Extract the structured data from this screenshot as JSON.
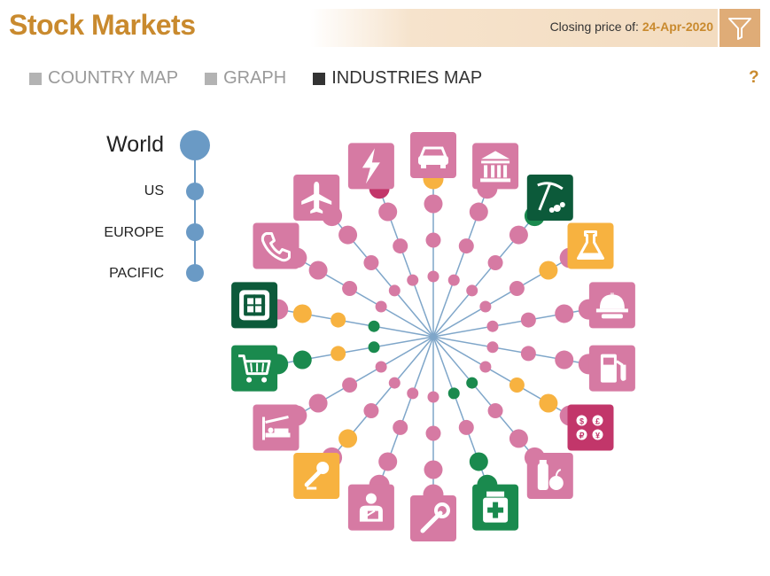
{
  "header": {
    "title": "Stock Markets",
    "closing_label": "Closing price of:",
    "closing_date": "24-Apr-2020",
    "filter_icon": "filter-icon"
  },
  "tabs": [
    {
      "label": "COUNTRY MAP",
      "active": false
    },
    {
      "label": "GRAPH",
      "active": false
    },
    {
      "label": "INDUSTRIES MAP",
      "active": true
    }
  ],
  "help_label": "?",
  "legend": {
    "levels": [
      "World",
      "US",
      "EUROPE",
      "PACIFIC"
    ]
  },
  "colors": {
    "accent": "#c98a2e",
    "pink": "#d67aa3",
    "magenta": "#c2366a",
    "green": "#1a8a4e",
    "dark_green": "#0c5a3a",
    "orange": "#f7b240",
    "blue": "#6a9ac5",
    "line": "#7fa6c9"
  },
  "industries": [
    {
      "icon": "car-icon",
      "color": "pink",
      "dots": [
        "pink",
        "pink",
        "pink",
        "orange"
      ]
    },
    {
      "icon": "bank-icon",
      "color": "pink",
      "dots": [
        "pink",
        "pink",
        "pink",
        "pink"
      ]
    },
    {
      "icon": "mining-icon",
      "color": "dark_green",
      "dots": [
        "pink",
        "pink",
        "pink",
        "green"
      ]
    },
    {
      "icon": "flask-icon",
      "color": "orange",
      "dots": [
        "pink",
        "pink",
        "orange",
        "pink"
      ]
    },
    {
      "icon": "hardhat-icon",
      "color": "pink",
      "dots": [
        "pink",
        "pink",
        "pink",
        "pink"
      ]
    },
    {
      "icon": "fuel-pump-icon",
      "color": "pink",
      "dots": [
        "pink",
        "pink",
        "pink",
        "pink"
      ]
    },
    {
      "icon": "currency-icon",
      "color": "magenta",
      "dots": [
        "pink",
        "orange",
        "orange",
        "pink"
      ]
    },
    {
      "icon": "food-icon",
      "color": "pink",
      "dots": [
        "green",
        "pink",
        "pink",
        "pink"
      ]
    },
    {
      "icon": "medicine-icon",
      "color": "green",
      "dots": [
        "green",
        "pink",
        "green",
        "green"
      ]
    },
    {
      "icon": "wrench-icon",
      "color": "pink",
      "dots": [
        "pink",
        "pink",
        "pink",
        "pink"
      ]
    },
    {
      "icon": "doctor-icon",
      "color": "pink",
      "dots": [
        "pink",
        "pink",
        "pink",
        "pink"
      ]
    },
    {
      "icon": "microphone-icon",
      "color": "orange",
      "dots": [
        "pink",
        "pink",
        "orange",
        "pink"
      ]
    },
    {
      "icon": "hospital-bed-icon",
      "color": "pink",
      "dots": [
        "pink",
        "pink",
        "pink",
        "pink"
      ]
    },
    {
      "icon": "shopping-cart-icon",
      "color": "green",
      "dots": [
        "green",
        "orange",
        "green",
        "green"
      ]
    },
    {
      "icon": "sim-chip-icon",
      "color": "dark_green",
      "dots": [
        "green",
        "orange",
        "orange",
        "pink"
      ]
    },
    {
      "icon": "phone-icon",
      "color": "pink",
      "dots": [
        "pink",
        "pink",
        "pink",
        "pink"
      ]
    },
    {
      "icon": "airplane-icon",
      "color": "pink",
      "dots": [
        "pink",
        "pink",
        "pink",
        "pink"
      ]
    },
    {
      "icon": "lightning-icon",
      "color": "pink",
      "dots": [
        "pink",
        "pink",
        "pink",
        "magenta"
      ]
    }
  ]
}
